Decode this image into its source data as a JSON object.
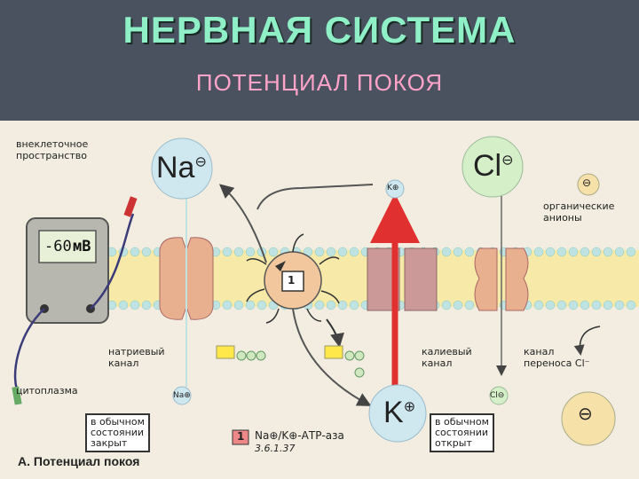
{
  "header": {
    "title": "НЕРВНАЯ СИСТЕМА",
    "subtitle": "ПОТЕНЦИАЛ ПОКОЯ"
  },
  "figure": {
    "labels": {
      "extracellular": "внеклеточное\nпространство",
      "cytoplasm": "цитоплазма",
      "na_channel": "натриевый\nканал",
      "k_channel": "калиевый\nканал",
      "cl_channel": "канал\nпереноса Cl⁻",
      "organic_anions": "органические\nанионы",
      "legend_text": "Na⊕/K⊕-АТР-аза",
      "legend_ref": "3.6.1.37",
      "legend_number": "1",
      "pump_number": "1",
      "caption": "А. Потенциал покоя"
    },
    "callouts": {
      "na_state": "в обычном\nсостоянии\nзакрыт",
      "k_state": "в обычном\nсостоянии\nоткрыт"
    },
    "ions": {
      "na_big": "Na",
      "na_small": "Na",
      "k_big": "K",
      "k_small": "K",
      "cl_big": "Cl",
      "cl_small": "Cl"
    },
    "voltmeter": {
      "value": "-60",
      "unit": "мВ"
    }
  },
  "colors": {
    "title": "#8ff0c8",
    "subtitle": "#ffa3c9",
    "na_ion": "#cfe8f0",
    "k_ion": "#cfe8f0",
    "cl_ion": "#d5efc8",
    "pump": "#f3c79e",
    "channel": "#e8b08e",
    "k_arrow": "#e03030",
    "membrane": "#f7e9a8"
  }
}
